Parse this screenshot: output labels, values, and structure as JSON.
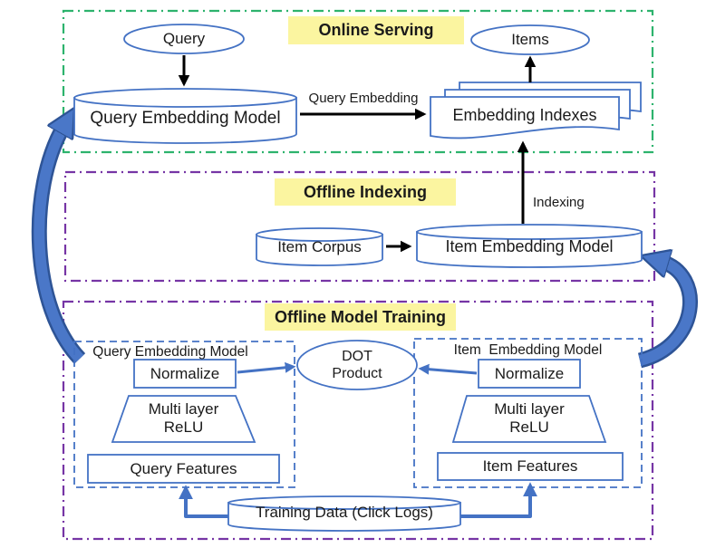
{
  "sections": {
    "online_serving": {
      "label": "Online Serving",
      "nodes": {
        "query": "Query",
        "query_embedding_model": "Query Embedding Model",
        "embedding_indexes": "Embedding Indexes",
        "items": "Items"
      },
      "edges": {
        "query_embedding": "Query Embedding"
      }
    },
    "offline_indexing": {
      "label": "Offline Indexing",
      "nodes": {
        "item_corpus": "Item Corpus",
        "item_embedding_model": "Item Embedding Model"
      },
      "edges": {
        "indexing": "Indexing"
      }
    },
    "offline_model_training": {
      "label": "Offline Model Training",
      "query_tower": {
        "label": "Query Embedding Model",
        "normalize": "Normalize",
        "mlp_line1": "Multi layer",
        "mlp_line2": "ReLU",
        "features": "Query Features"
      },
      "item_tower": {
        "label": "Item  Embedding Model",
        "normalize": "Normalize",
        "mlp_line1": "Multi layer",
        "mlp_line2": "ReLU",
        "features": "Item Features"
      },
      "dot_product": {
        "line1": "DOT",
        "line2": "Product"
      },
      "training_data": "Training Data (Click Logs)"
    }
  },
  "colors": {
    "online_border": "#2db36d",
    "offline_border": "#7635a5",
    "shape_stroke": "#4472c4",
    "block_arrow_fill": "#4a77c8",
    "block_arrow_edge": "#2e5496",
    "highlight": "#fbf5a0",
    "black_arrow": "#000000",
    "text": "#1a1a1a"
  }
}
